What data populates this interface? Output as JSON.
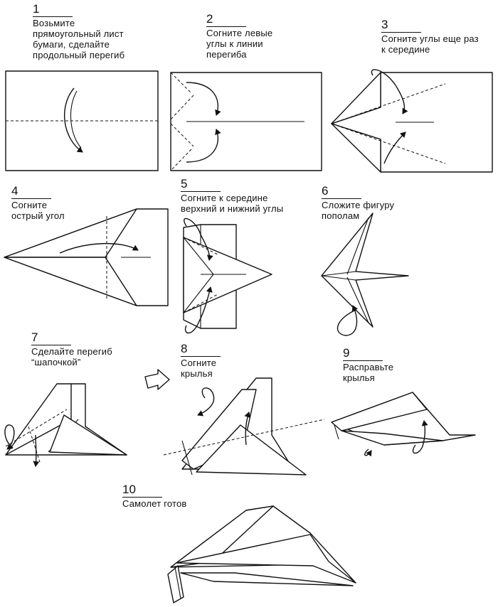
{
  "steps": [
    {
      "number": "1",
      "lines": [
        "Возьмите",
        "прямоугольный лист",
        "бумаги, сделайте",
        "продольный перегиб"
      ]
    },
    {
      "number": "2",
      "lines": [
        "Согните левые",
        "углы к линии",
        "перегиба"
      ]
    },
    {
      "number": "3",
      "lines": [
        "Согните углы еще раз",
        "к середине"
      ]
    },
    {
      "number": "4",
      "lines": [
        "Согните",
        "острый угол"
      ]
    },
    {
      "number": "5",
      "lines": [
        "Согните к середине",
        "верхний и нижний углы"
      ]
    },
    {
      "number": "6",
      "lines": [
        "Сложите фигуру",
        "пополам"
      ]
    },
    {
      "number": "7",
      "lines": [
        "Сделайте перегиб",
        "“шапочкой”"
      ]
    },
    {
      "number": "8",
      "lines": [
        "Согните",
        "крылья"
      ]
    },
    {
      "number": "9",
      "lines": [
        "Расправьте",
        "крылья"
      ]
    },
    {
      "number": "10",
      "lines": [
        "Самолет готов"
      ]
    }
  ]
}
